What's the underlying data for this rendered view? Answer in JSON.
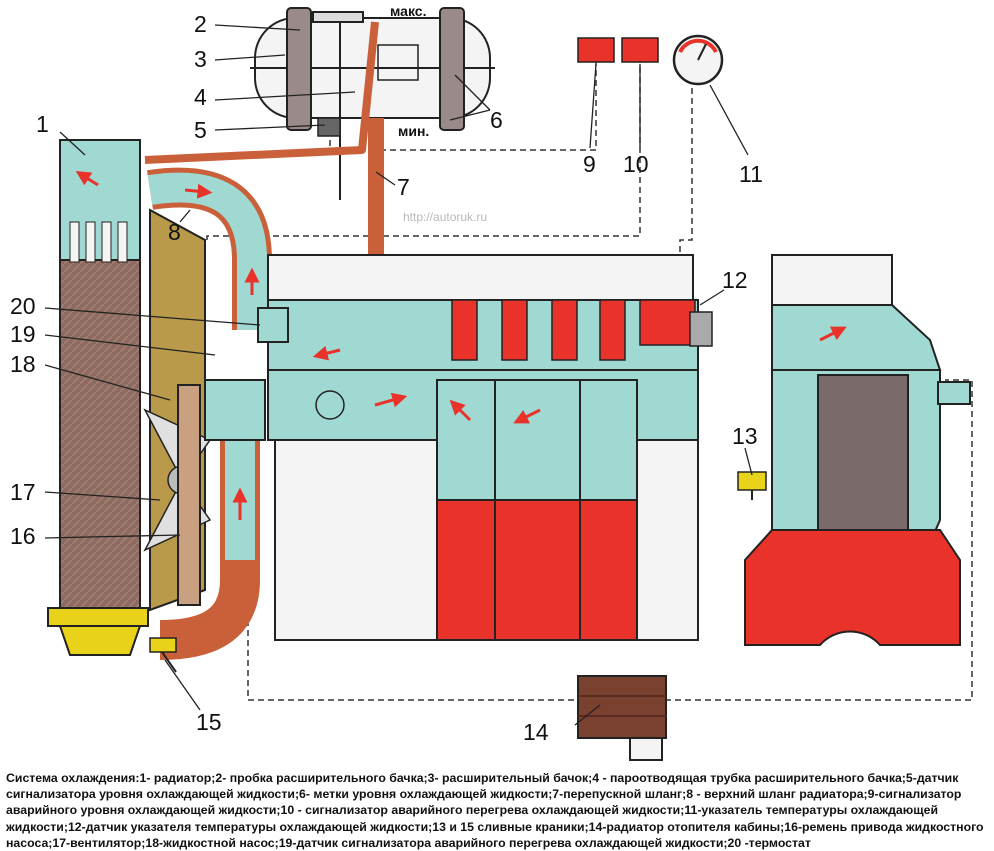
{
  "callouts": [
    {
      "id": "1",
      "text": "1"
    },
    {
      "id": "2",
      "text": "2"
    },
    {
      "id": "3",
      "text": "3"
    },
    {
      "id": "4",
      "text": "4"
    },
    {
      "id": "5",
      "text": "5"
    },
    {
      "id": "6",
      "text": "6"
    },
    {
      "id": "7",
      "text": "7"
    },
    {
      "id": "8",
      "text": "8"
    },
    {
      "id": "9",
      "text": "9"
    },
    {
      "id": "10",
      "text": "10"
    },
    {
      "id": "11",
      "text": "11"
    },
    {
      "id": "12",
      "text": "12"
    },
    {
      "id": "13",
      "text": "13"
    },
    {
      "id": "14",
      "text": "14"
    },
    {
      "id": "15",
      "text": "15"
    },
    {
      "id": "16",
      "text": "16"
    },
    {
      "id": "17",
      "text": "17"
    },
    {
      "id": "18",
      "text": "18"
    },
    {
      "id": "19",
      "text": "19"
    },
    {
      "id": "20",
      "text": "20"
    }
  ],
  "level_marks": {
    "max": "макс.",
    "min": "мин."
  },
  "watermark": "http://autoruk.ru",
  "caption": "Система охлаждения:1- радиатор;2- пробка расширительного бачка;3- расширительный бачок;4 - пароотводящая трубка расширительного бачка;5-датчик сигнализатора уровня охлаждающей жидкости;6- метки уровня охлаждающей жидкости;7-перепускной шланг;8 - верхний шланг радиатора;9-сигнализатор аварийного уровня охлаждающей жидкости;10 - сигнализатор аварийного перегрева охлаждающей жидкости;11-указатель температуры охлаждающей жидкости;12-датчик указателя температуры охлаждающей жидкости;13 и 15 сливные краники;14-радиатор отопителя кабины;16-ремень привода жидкостного насоса;17-вентилятор;18-жидкостной насос;19-датчик сигнализатора аварийного перегрева охлаждающей жидкости;20 -термостат",
  "colors": {
    "coolant": "#9fd9d2",
    "hot": "#e8322a",
    "pipe": "#c9603a",
    "body": "#f4f4f4",
    "outline": "#222222",
    "radiator": "#8e6b60",
    "yellow": "#e8d21a",
    "brown": "#7a4030"
  }
}
